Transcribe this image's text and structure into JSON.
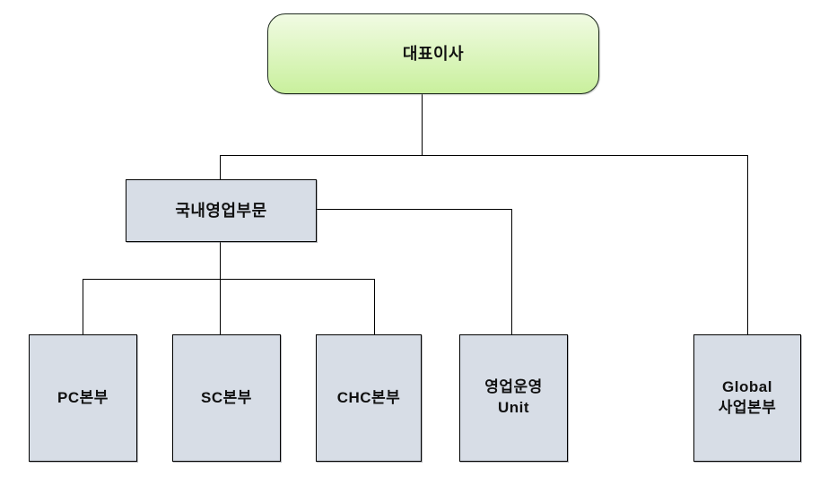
{
  "org_chart": {
    "root": {
      "label": "대표이사"
    },
    "division": {
      "label": "국내영업부문"
    },
    "departments": [
      {
        "label": "PC본부"
      },
      {
        "label": "SC본부"
      },
      {
        "label": "CHC본부"
      },
      {
        "label": "영업운영\nUnit"
      },
      {
        "label": "Global\n사업본부"
      }
    ]
  },
  "colors": {
    "root_fill_top": "#f1fbe3",
    "root_fill_bottom": "#c9f09d",
    "node_fill": "#d7dde6",
    "border": "#000000",
    "line": "#000000"
  }
}
